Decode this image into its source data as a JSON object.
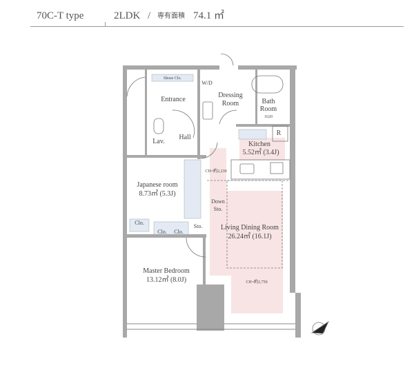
{
  "header": {
    "type_name": "70C-T type",
    "layout": "2LDK",
    "separator": "/",
    "area_label": "専有面積",
    "area_value": "74.1 ㎡"
  },
  "rooms": {
    "shoes_closet": "Shoes Clo.",
    "wd": "W/D",
    "entrance": "Entrance",
    "dressing_1": "Dressing",
    "dressing_2": "Room",
    "bath_1": "Bath",
    "bath_2": "Room",
    "bath_size": "1620",
    "refrigerator": "R",
    "kitchen": "Kitchen",
    "kitchen_area": "5.52㎡ (3.4J)",
    "lav": "Lav.",
    "hall": "Hall",
    "ch_kitchen": "CH=約2,230",
    "japanese": "Japanese room",
    "japanese_area": "8.73㎡ (5.3J)",
    "down_1": "Down",
    "down_2": "Sto.",
    "clo_1": "Clo.",
    "sto": "Sto.",
    "clo_2": "Clo.",
    "clo_3": "Clo.",
    "ldr": "Living Dining Room",
    "ldr_area": "26.24㎡ (16.1J)",
    "master": "Master Bedroom",
    "master_area": "13.12㎡ (8.0J)",
    "ch_living": "CH=約2,750"
  },
  "colors": {
    "wall": "#a8a8a8",
    "living_tint": "#f8e4e4",
    "storage_tint": "#e3eaf4",
    "line": "#777777"
  }
}
